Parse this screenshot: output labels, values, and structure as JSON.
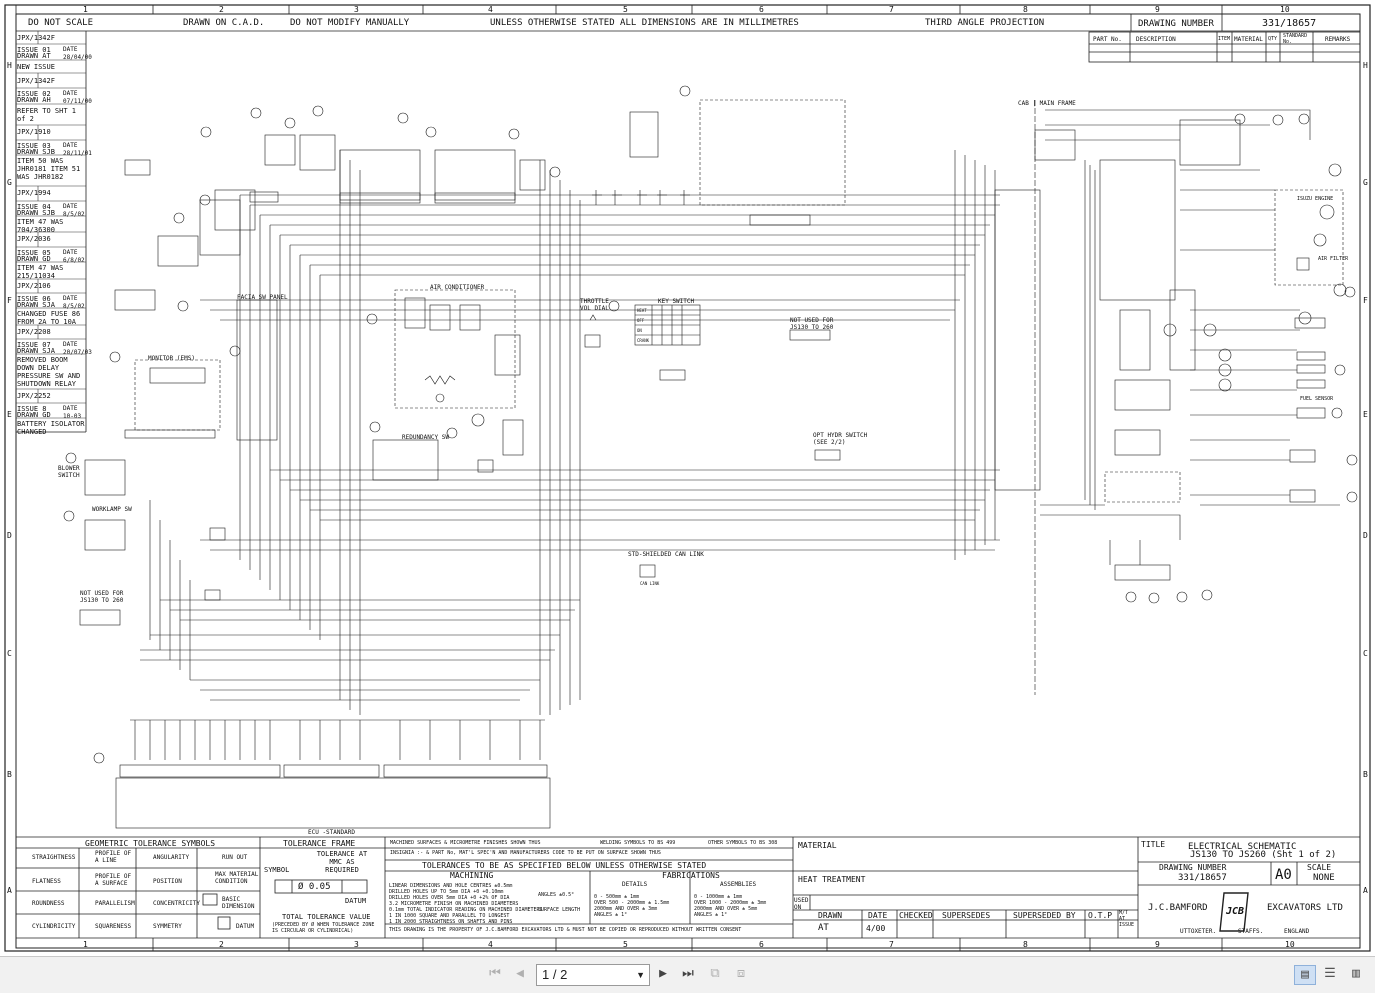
{
  "header": {
    "do_not_scale": "DO NOT SCALE",
    "drawn_on_cad": "DRAWN ON C.A.D.",
    "do_not_modify": "DO NOT MODIFY MANUALLY",
    "dimensions_note": "UNLESS OTHERWISE STATED ALL DIMENSIONS ARE IN MILLIMETRES",
    "projection": "THIRD ANGLE PROJECTION",
    "drawing_number_label": "DRAWING NUMBER",
    "drawing_number": "331/18657"
  },
  "grid": {
    "columns": [
      "1",
      "2",
      "3",
      "4",
      "5",
      "6",
      "7",
      "8",
      "9",
      "10"
    ],
    "rows": [
      "H",
      "G",
      "F",
      "E",
      "D",
      "C",
      "B",
      "A"
    ]
  },
  "parts_list_headers": [
    "PART No.",
    "DESCRIPTION",
    "ITEM",
    "MATERIAL",
    "QTY",
    "STANDARD No.",
    "REMARKS"
  ],
  "revisions": [
    {
      "pl": "JPX/1342F",
      "issue": "ISSUE 01",
      "drawn": "DRAWN AT",
      "date": "DATE 28/04/00",
      "note": "NEW ISSUE"
    },
    {
      "pl": "JPX/1342F",
      "issue": "ISSUE 02",
      "drawn": "DRAWN AH",
      "date": "DATE 07/11/00",
      "note": "REFER TO SHT 1 of 2"
    },
    {
      "pl": "JPX/1910",
      "issue": "ISSUE 03",
      "drawn": "DRAWN SJB",
      "date": "DATE 28/11/01",
      "note": "ITEM 50 WAS JHR0181 ITEM 51 WAS JHR0182"
    },
    {
      "pl": "JPX/1994",
      "issue": "ISSUE 04",
      "drawn": "DRAWN SJB",
      "date": "DATE 8/5/02",
      "note": "ITEM 47 WAS 704/36300"
    },
    {
      "pl": "JPX/2036",
      "issue": "ISSUE 05",
      "drawn": "DRAWN GD",
      "date": "DATE 6/8/02",
      "note": "ITEM 47 WAS 215/11034"
    },
    {
      "pl": "JPX/2106",
      "issue": "ISSUE 06",
      "drawn": "DRAWN SJA",
      "date": "DATE 8/5/02",
      "note": "CHANGED FUSE 86 FROM 2A TO 10A"
    },
    {
      "pl": "JPX/2208",
      "issue": "ISSUE 07",
      "drawn": "DRAWN SJA",
      "date": "DATE 20/07/03",
      "note": "REMOVED BOOM DOWN DELAY PRESSURE SW AND SHUTDOWN RELAY"
    },
    {
      "pl": "JPX/2252",
      "issue": "ISSUE 8",
      "drawn": "DRAWN GD",
      "date": "DATE 10-03",
      "note": "BATTERY ISOLATOR CHANGED"
    }
  ],
  "schematic_labels": {
    "monitor": "MONITOR (EMS)",
    "facia": "FACIA SW PANEL",
    "air_conditioner": "AIR CONDITIONER",
    "throttle": "THROTTLE VOL DIAL",
    "key_switch": "KEY SWITCH",
    "redundancy": "REDUNDANCY SW",
    "not_used_right": "NOT USED FOR JS130 TO 260",
    "not_used_left": "NOT USED FOR JS130 TO 260",
    "opt_hydr": "OPT HYDR SWITCH (SEE 2/2)",
    "std_can": "STD-SHIELDED CAN LINK",
    "can_link": "CAN LINK",
    "worklamp": "WORKLAMP SW",
    "blower": "BLOWER SWITCH",
    "cab_main_frame": "CAB | MAIN FRAME",
    "ecu": "ECU -STANDARD",
    "isuzu": "ISUZU ENGINE",
    "air_filter": "AIR FILTER",
    "fuel_sensor": "FUEL SENSOR",
    "key_states": [
      "HEAT",
      "OFF",
      "ON",
      "CRANK"
    ]
  },
  "title_block": {
    "geometric_tolerance_symbols": "GEOMETRIC TOLERANCE SYMBOLS",
    "straightness": "STRAIGHTNESS",
    "flatness": "FLATNESS",
    "roundness": "ROUNDNESS",
    "cylindricity": "CYLINDRICITY",
    "profile_line": "PROFILE OF A LINE",
    "profile_surface": "PROFILE OF A SURFACE",
    "parallelism": "PARALLELISM",
    "squareness": "SQUARENESS",
    "angularity": "ANGULARITY",
    "position": "POSITION",
    "concentricity": "CONCENTRICITY",
    "symmetry": "SYMMETRY",
    "run_out": "RUN OUT",
    "max_material": "MAX MATERIAL CONDITION",
    "basic_dimension": "BASIC DIMENSION",
    "datum": "DATUM",
    "tolerance_frame": "TOLERANCE FRAME",
    "tolerance_at_mmc": "TOLERANCE AT MMC AS REQUIRED",
    "symbol": "SYMBOL",
    "frame_value": "Ø 0.05",
    "datum_label": "DATUM",
    "total_tolerance": "TOTAL TOLERANCE VALUE",
    "preceded_note": "(PRECEDED BY Ø WHEN TOLERANCE ZONE IS CIRCULAR OR CYLINDRICAL)",
    "machined_surfaces": "MACHINED SURFACES & MICROMETRE FINISHES SHOWN THUS",
    "welding_symbols": "WELDING SYMBOLS TO BS 499",
    "other_symbols": "OTHER SYMBOLS TO BS 308",
    "insignia": "INSIGNIA :- & PART No, MAT'L SPEC'N AND MANUFACTURERS CODE TO BE PUT ON SURFACE SHOWN THUS",
    "tolerances_title": "TOLERANCES TO BE AS SPECIFIED BELOW UNLESS OTHERWISE STATED",
    "machining": "MACHINING",
    "fabrications": "FABRICATIONS",
    "details": "DETAILS",
    "assemblies": "ASSEMBLIES",
    "machining_lines": [
      "LINEAR DIMENSIONS AND HOLE CENTRES ±0.5mm",
      "DRILLED HOLES UP TO 5mm DIA +0 +0.10mm",
      "DRILLED HOLES OVER 5mm DIA +0 +2% OF DIA",
      "3.2 MICROMETRE FINISH ON MACHINED DIAMETERS",
      "0.1mm TOTAL INDICATOR READING ON MACHINED DIAMETERS",
      "1 IN 1000 SQUARE AND PARALLEL TO LONGEST",
      "1 IN 2000 STRAIGHTNESS ON SHAFTS AND PINS"
    ],
    "angles_note": "ANGLES ±0.5°",
    "surface_length": "SURFACE LENGTH",
    "details_lines": [
      "0 - 500mm ± 1mm",
      "OVER 500 - 2000mm ± 1.5mm",
      "2000mm AND OVER ± 3mm",
      "ANGLES ± 1°"
    ],
    "assemblies_lines": [
      "0 - 1000mm ± 1mm",
      "OVER 1000 - 2000mm ± 3mm",
      "2000mm AND OVER ± 5mm",
      "ANGLES ± 1°"
    ],
    "property_note": "THIS DRAWING IS THE PROPERTY OF J.C.BAMFORD EXCAVATORS LTD & MUST NOT BE COPIED OR REPRODUCED WITHOUT WRITTEN CONSENT",
    "material": "MATERIAL",
    "heat_treatment": "HEAT TREATMENT",
    "used_on": "USED ON",
    "drawn": "DRAWN",
    "drawn_value": "AT",
    "date": "DATE",
    "date_value": "4/00",
    "checked": "CHECKED",
    "supersedes": "SUPERSEDES",
    "superseded_by": "SUPERSEDED BY",
    "otp": "O.T.P",
    "mat_at_issue": "M/T AT ISSUE",
    "title_label": "TITLE",
    "title_line1": "ELECTRICAL SCHEMATIC",
    "title_line2": "JS130 TO JS260 (Sht 1 of 2)",
    "drawing_number_label": "DRAWING NUMBER",
    "drawing_number": "331/18657",
    "sheet_size": "A0",
    "scale_label": "SCALE",
    "scale_value": "NONE",
    "company_left": "J.C.BAMFORD",
    "company_logo": "JCB",
    "company_right": "EXCAVATORS LTD",
    "address": [
      "UTTOXETER.",
      "STAFFS.",
      "ENGLAND"
    ]
  },
  "viewer": {
    "page_display": "1 / 2",
    "icons": [
      "first-page-icon",
      "previous-page-icon",
      "next-page-icon",
      "last-page-icon",
      "fit-page-icon",
      "fit-width-icon",
      "single-page-icon",
      "continuous-page-icon",
      "two-page-icon"
    ]
  }
}
